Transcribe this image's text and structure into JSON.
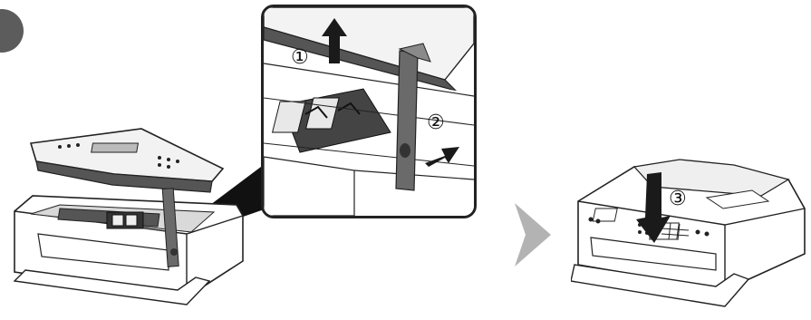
{
  "steps": [
    {
      "number": "①",
      "label": "lift-scanner-unit"
    },
    {
      "number": "②",
      "label": "push-support-in"
    },
    {
      "number": "③",
      "label": "close-scanner-unit"
    }
  ],
  "colors": {
    "outline": "#222222",
    "badge": "#5c5c5c",
    "next_arrow": "#b3b3b3",
    "support_bar": "#6a6a6a",
    "arrow": "#1a1a1a"
  },
  "icons": {
    "step_badge": "step-badge-icon",
    "next": "chevron-right-icon"
  }
}
